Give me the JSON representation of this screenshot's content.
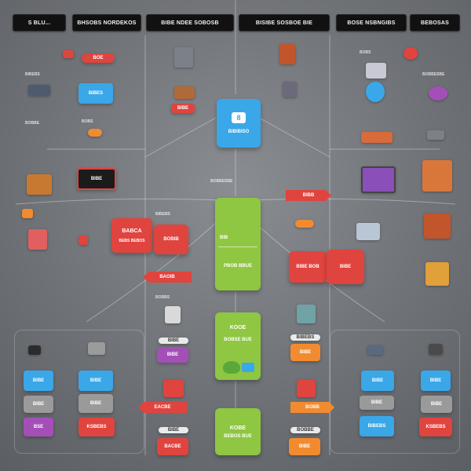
{
  "headers": [
    {
      "text": "S BLU..."
    },
    {
      "text": "BHSOBS NORDEKOS"
    },
    {
      "text": "BIBE NDEE SOBOSB"
    },
    {
      "text": "BISIBE SOSBOE BIE"
    },
    {
      "text": "BOSE NSBNGIBS"
    },
    {
      "text": "BEBOSAS"
    }
  ],
  "center": {
    "top_card": {
      "icon": "8",
      "label": "BIBIBISO"
    },
    "green_top": {
      "label1": "BIB",
      "label2": "PBOB BBUE"
    },
    "green_mid": {
      "label1": "KOOE",
      "label2": "BOBSE BUE"
    },
    "green_bottom": {
      "label1": "KOBE",
      "label2": "BEBOS BUE"
    }
  },
  "left_arrows": {
    "a1": "BAOIB",
    "a2": "EACBE",
    "a3": "BACBE"
  },
  "right_arrows": {
    "a1": "BIBB",
    "a2": "BOBB"
  },
  "left_chips": {
    "red_main": "BABCA",
    "red_main_sub": "BEBS BEBOS",
    "red_side": "BOBIB",
    "blue_top": "BIBES",
    "dark_top": "BIBE",
    "p1": "BOE",
    "p2": "BIBE",
    "p3": "BIBE",
    "p4": "BIBE",
    "pink": "BIBE",
    "purple": "BSE"
  },
  "right_chips": {
    "red_main": "BIBE BOB",
    "red_side": "BIBE",
    "orange1": "BIBE",
    "orange2": "BIBE",
    "blue1": "BIBE",
    "blue2": "BIBE",
    "blue3": "BIBEBS",
    "gray1": "BIBE",
    "gray2": "BIBE",
    "red_bottom": "KSBEBS"
  },
  "tiny_labels": {
    "l1": "BIBEBS",
    "l2": "BOBBE",
    "l3": "BOBS",
    "l4": "BOBBESBE",
    "l5": "BIBEBS",
    "l6": "BOBBS",
    "r1": "BIBEBS",
    "r2": "BOBBE",
    "r3": "BOBS",
    "r4": "BOBBESBE"
  },
  "colors": {
    "red": "#e0443e",
    "blue": "#3aa7e8",
    "green": "#8fc642",
    "orange": "#f28b2f",
    "purple": "#a44fb8"
  }
}
